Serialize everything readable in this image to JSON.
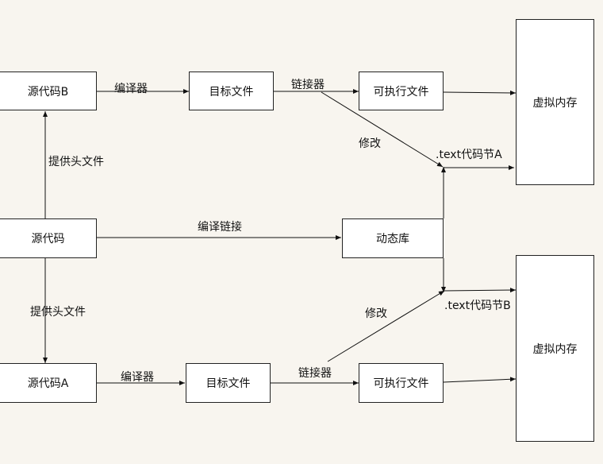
{
  "nodes": {
    "src_b": "源代码B",
    "obj_top": "目标文件",
    "exe_top": "可执行文件",
    "vm_top": "虚拟内存",
    "src": "源代码",
    "dynlib": "动态库",
    "src_a": "源代码A",
    "obj_bottom": "目标文件",
    "exe_bottom": "可执行文件",
    "vm_bottom": "虚拟内存"
  },
  "labels": {
    "compiler_top": "编译器",
    "linker_top": "链接器",
    "modify_top": "修改",
    "text_a": ".text代码节A",
    "header_top": "提供头文件",
    "compile_link": "编译链接",
    "header_bottom": "提供头文件",
    "modify_bottom": "修改",
    "text_b": ".text代码节B",
    "compiler_bottom": "编译器",
    "linker_bottom": "链接器"
  }
}
